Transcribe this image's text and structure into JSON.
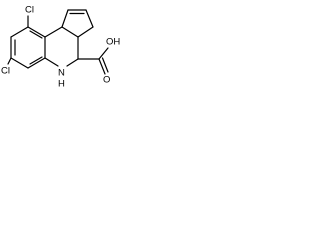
{
  "molecule": {
    "atom_labels": {
      "cl_top": "Cl",
      "cl_left": "Cl",
      "nh": "N",
      "nh_h": "H",
      "oh": "OH",
      "o_carbonyl": "O"
    }
  }
}
